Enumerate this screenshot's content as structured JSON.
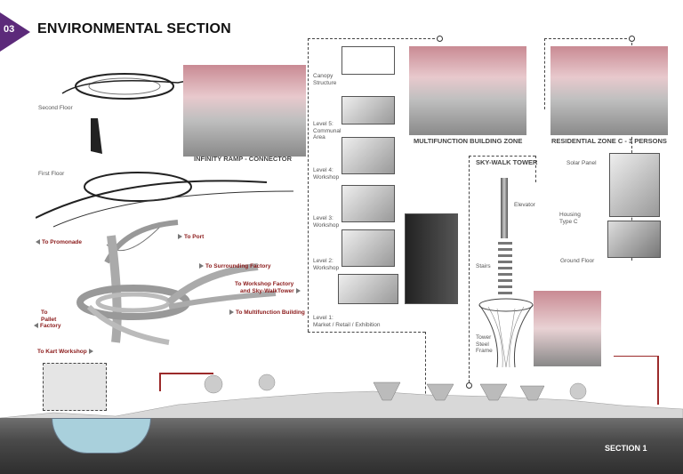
{
  "header": {
    "number": "03",
    "title": "ENVIRONMENTAL SECTION"
  },
  "ramp": {
    "second_floor": "Second Floor",
    "first_floor": "First Floor",
    "caption": "INFINITY RAMP - CONNECTOR"
  },
  "routes": {
    "promonade": "To Promonade",
    "port": "To Port",
    "surrounding_factory": "To Surrounding Factory",
    "workshop_factory_1": "To Workshop Factory",
    "workshop_factory_2": "and Sky-WalkTower",
    "multifunction_building": "To Multifunction Building",
    "pallet_1": "To",
    "pallet_2": "Pallet",
    "pallet_3": "Factory",
    "kart_workshop": "To Kart Workshop"
  },
  "multifunction": {
    "canopy_1": "Canopy",
    "canopy_2": "Structure",
    "level5_1": "Level 5:",
    "level5_2": "Communal",
    "level5_3": "Area",
    "level4_1": "Level 4:",
    "level4_2": "Workshop",
    "level3_1": "Level 3:",
    "level3_2": "Workshop",
    "level2_1": "Level 2:",
    "level2_2": "Workshop",
    "level1_1": "Level 1:",
    "level1_2": "Market / Retail / Exhibition",
    "caption": "MULTIFUNCTION BUILDING ZONE"
  },
  "skywalk": {
    "title": "SKY-WALK TOWER",
    "elevator": "Elevator",
    "stairs": "Stairs",
    "frame_1": "Tower",
    "frame_2": "Steel",
    "frame_3": "Frame"
  },
  "residential": {
    "caption": "RESIDENTIAL ZONE C - 3 PERSONS",
    "solar": "Solar Panel",
    "housing_1": "Housing",
    "housing_2": "Type C",
    "ground": "Ground Floor"
  },
  "section": {
    "label": "SECTION 1"
  }
}
